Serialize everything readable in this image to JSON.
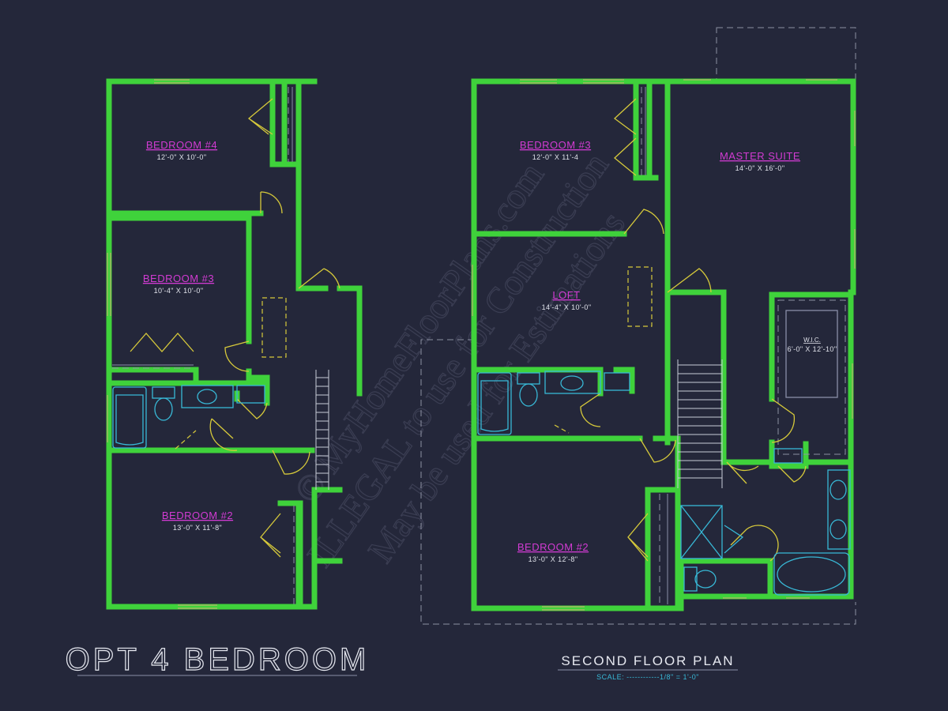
{
  "watermark": {
    "line1": "© MyHomeFloorPlans.com",
    "line2": "ILLEGAL to use for Construction",
    "line3": "May be used for Estimations"
  },
  "left_plan": {
    "title": "OPT 4 BEDROOM",
    "rooms": [
      {
        "name": "BEDROOM #4",
        "dims": "12'-0\" X 10'-0\""
      },
      {
        "name": "BEDROOM #3",
        "dims": "10'-4\" X 10'-0\""
      },
      {
        "name": "BEDROOM #2",
        "dims": "13'-0\" X 11'-8\""
      }
    ]
  },
  "right_plan": {
    "title": "SECOND FLOOR PLAN",
    "scale": "SCALE: ------------1/8\" = 1'-0\"",
    "rooms": [
      {
        "name": "BEDROOM #3",
        "dims": "12'-0\" X 11'-4"
      },
      {
        "name": "MASTER SUITE",
        "dims": "14'-0\" X 16'-0\""
      },
      {
        "name": "LOFT",
        "dims": "14'-4\" X 10'-0\""
      },
      {
        "name": "W.I.C.",
        "dims": "6'-0\" X 12'-10\""
      },
      {
        "name": "BEDROOM #2",
        "dims": "13'-0\" X 12'-8\""
      }
    ]
  },
  "colors": {
    "background": "#24273a",
    "walls": "#3fd23b",
    "doors": "#d6c93a",
    "fixtures": "#38b8d6",
    "room_labels": "#d23bd3",
    "text": "#dfe1ea"
  }
}
